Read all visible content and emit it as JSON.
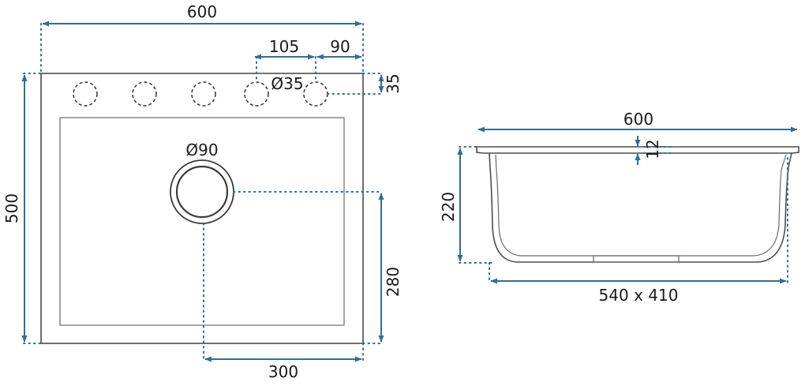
{
  "left_view": {
    "overall_width": "600",
    "hole_spacing_a": "105",
    "hole_spacing_b": "90",
    "hole_diameter": "Ø35",
    "hole_offset": "35",
    "overall_height": "500",
    "drain_diameter": "Ø90",
    "drain_from_side": "300",
    "drain_from_bottom": "280"
  },
  "right_view": {
    "overall_width": "600",
    "rim_thickness": "12",
    "bowl_depth": "220",
    "bowl_size": "540 x 410"
  },
  "colors": {
    "dimension": "#2e6f99",
    "outline": "#4d4d4d",
    "text": "#1a1a1a"
  }
}
